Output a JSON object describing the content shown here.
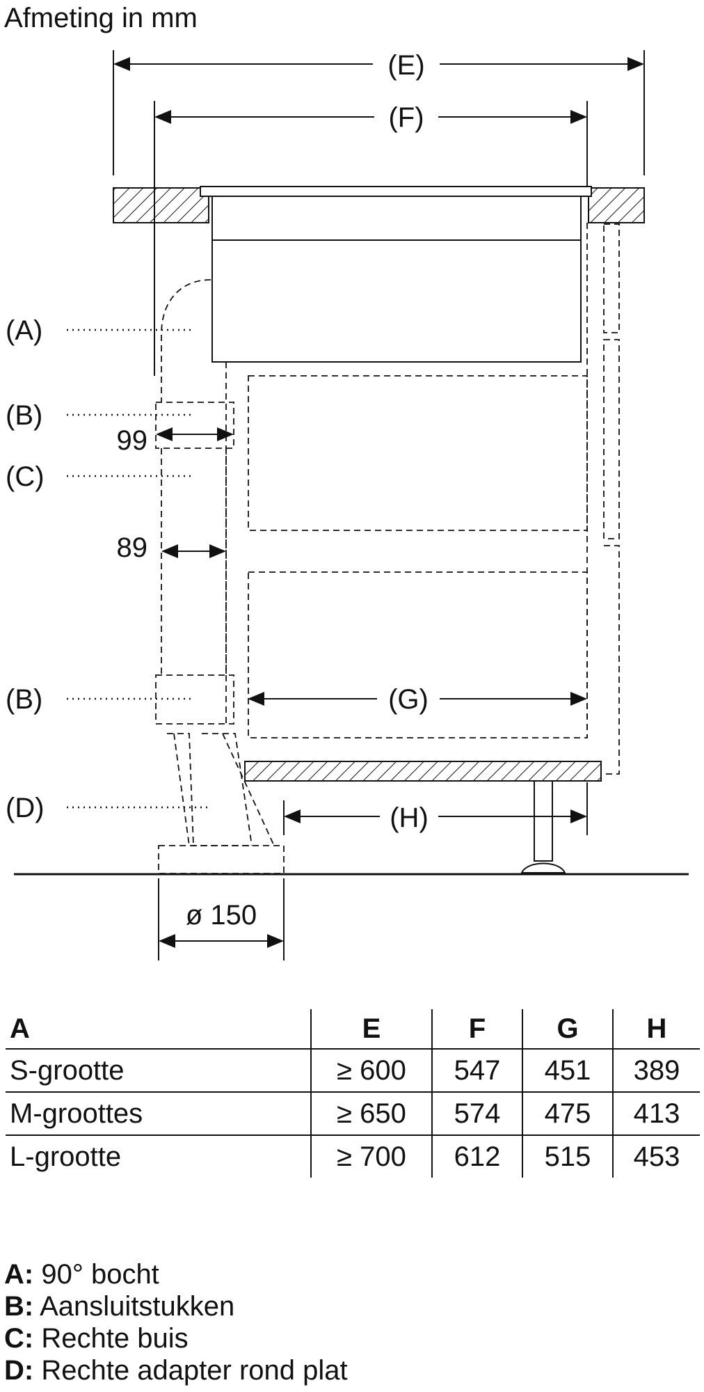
{
  "title": "Afmeting in mm",
  "diagram": {
    "callouts": {
      "E": "(E)",
      "F": "(F)",
      "G": "(G)",
      "H": "(H)",
      "A": "(A)",
      "B1": "(B)",
      "C": "(C)",
      "B2": "(B)",
      "D": "(D)"
    },
    "dim_99": "99",
    "dim_89": "89",
    "dim_diameter": "ø 150"
  },
  "table": {
    "headers": [
      "A",
      "E",
      "F",
      "G",
      "H"
    ],
    "rows": [
      [
        "S-grootte",
        "≥ 600",
        "547",
        "451",
        "389"
      ],
      [
        "M-groottes",
        "≥ 650",
        "574",
        "475",
        "413"
      ],
      [
        "L-grootte",
        "≥ 700",
        "612",
        "515",
        "453"
      ]
    ]
  },
  "legend": [
    {
      "key": "A:",
      "text": "90° bocht"
    },
    {
      "key": "B:",
      "text": "Aansluitstukken"
    },
    {
      "key": "C:",
      "text": "Rechte buis"
    },
    {
      "key": "D:",
      "text": "Rechte adapter rond plat"
    }
  ]
}
